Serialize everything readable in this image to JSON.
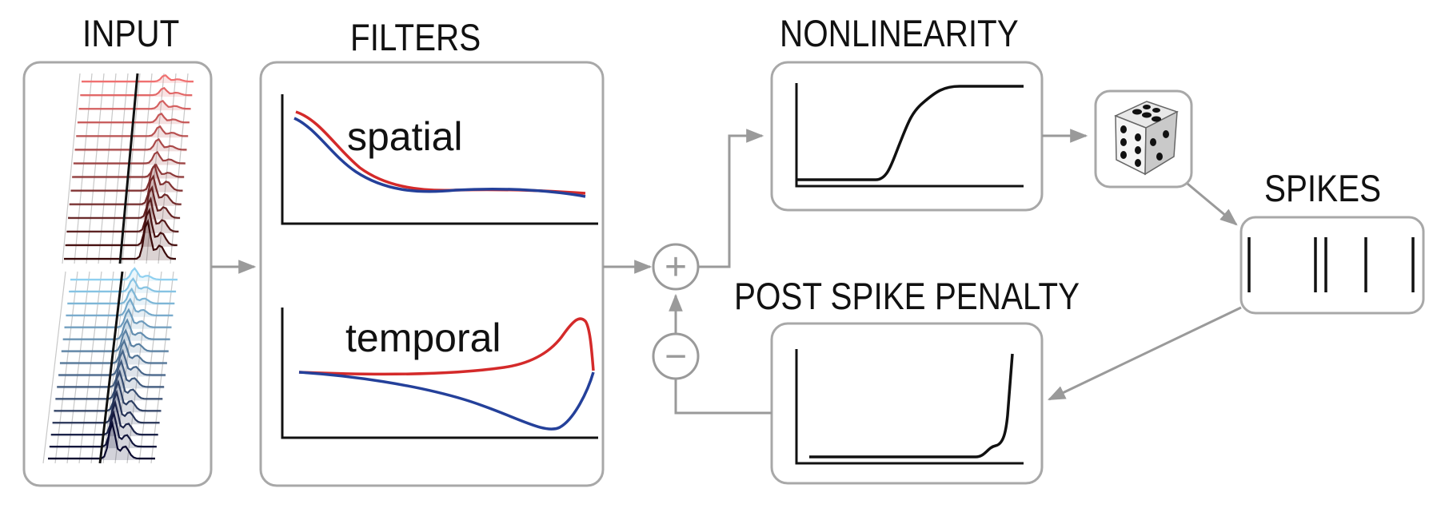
{
  "titles": {
    "input": "INPUT",
    "filters": "FILTERS",
    "nonlinearity": "NONLINEARITY",
    "spikes": "SPIKES",
    "post_spike_penalty": "POST SPIKE PENALTY"
  },
  "filter_labels": {
    "spatial": "spatial",
    "temporal": "temporal"
  },
  "operators": {
    "sum": "+",
    "subtract": "−"
  },
  "icons": {
    "dice": "dice-icon"
  },
  "colors": {
    "red": "#d42a2a",
    "blue": "#24409a",
    "box_border": "#a8a8a8",
    "arrow": "#9a9a9a",
    "curve": "#111111"
  }
}
